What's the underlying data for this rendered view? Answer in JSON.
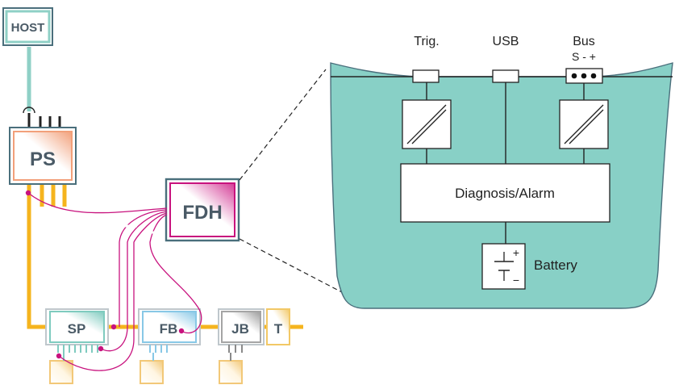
{
  "network": {
    "host_label": "HOST",
    "ps_label": "PS",
    "fdh_label": "FDH",
    "sp_label": "SP",
    "fb_label": "FB",
    "jb_label": "JB",
    "t_label": "T"
  },
  "detail": {
    "trig_label": "Trig.",
    "usb_label": "USB",
    "bus_label": "Bus",
    "bus_pins_label": "S - +",
    "diag_label": "Diagnosis/Alarm",
    "battery_label": "Battery",
    "battery_plus": "+",
    "battery_minus": "−"
  },
  "colors": {
    "trunk": "#f5b41e",
    "host_link": "#8fd0c6",
    "diagnostic_wire": "#c8127e",
    "module_body": "#88d0c6",
    "frame": "#4a6f7c"
  }
}
